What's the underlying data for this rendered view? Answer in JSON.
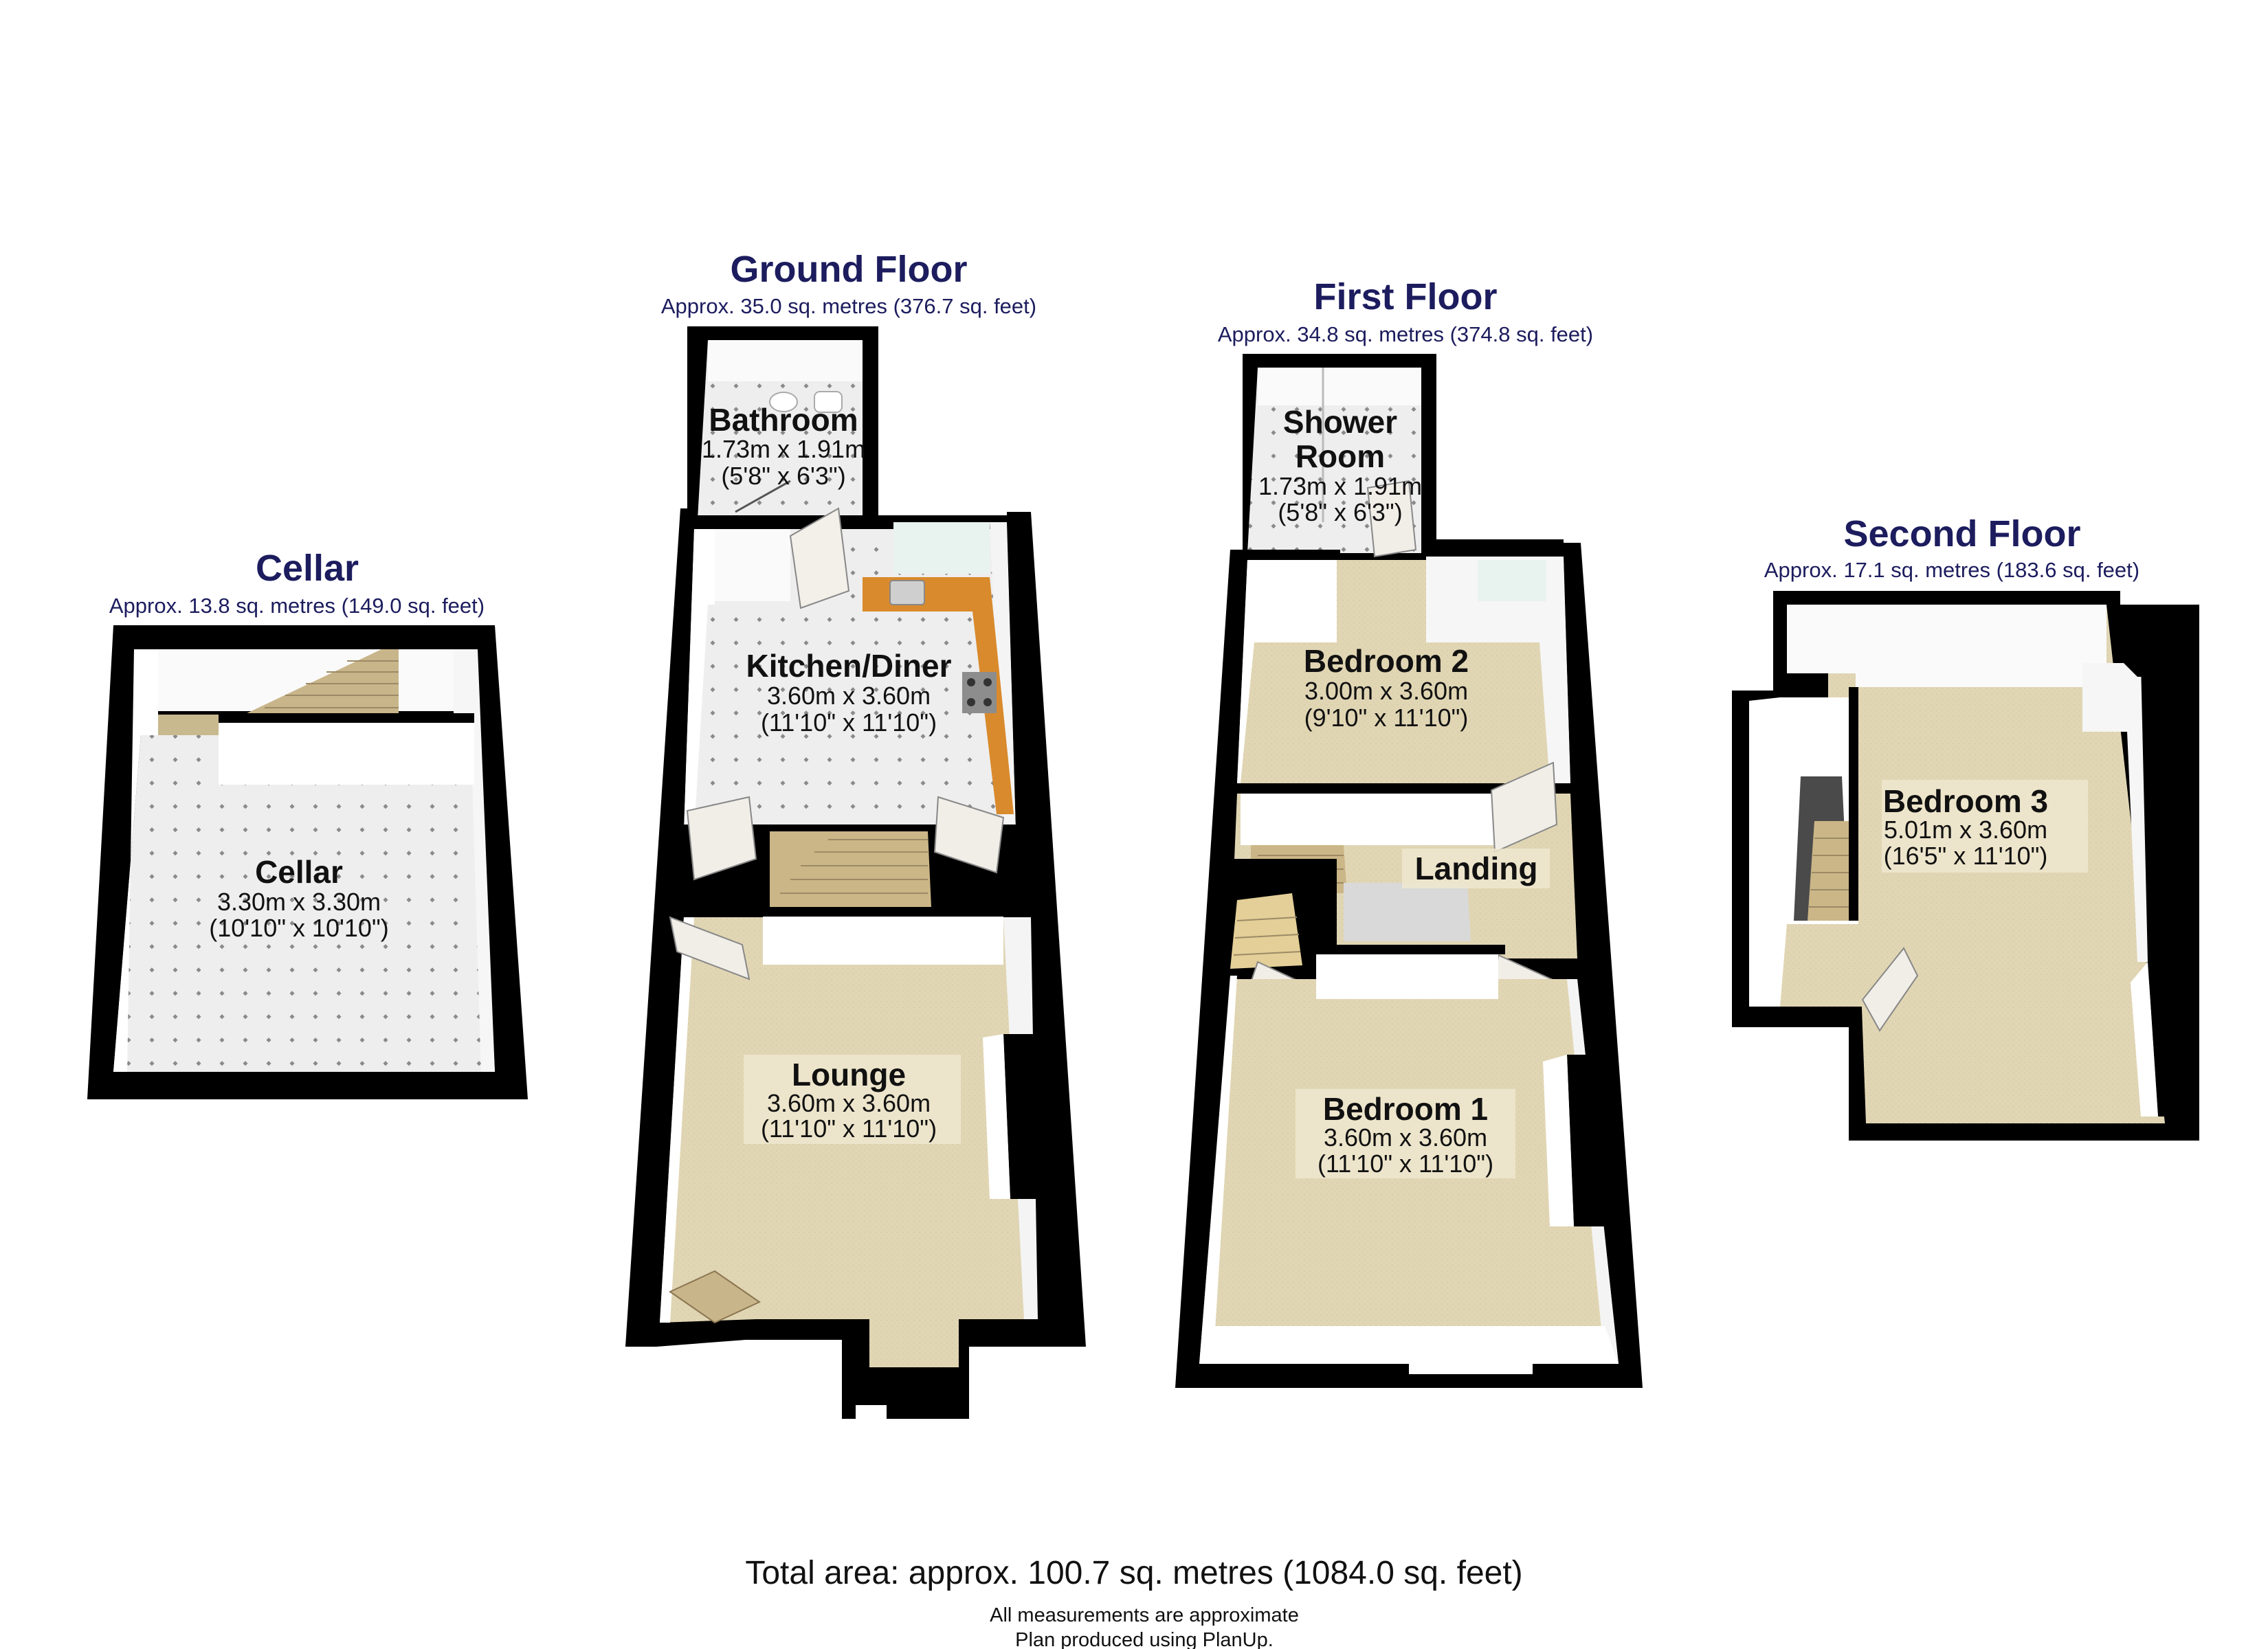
{
  "floors": {
    "cellar": {
      "title": "Cellar",
      "area": "Approx. 13.8 sq. metres (149.0 sq. feet)",
      "rooms": {
        "cellar": {
          "name": "Cellar",
          "dim_m": "3.30m x 3.30m",
          "dim_ft": "(10'10\" x 10'10\")"
        }
      }
    },
    "ground": {
      "title": "Ground Floor",
      "area": "Approx. 35.0 sq. metres (376.7 sq. feet)",
      "rooms": {
        "bathroom": {
          "name": "Bathroom",
          "dim_m": "1.73m x 1.91m",
          "dim_ft": "(5'8\" x 6'3\")"
        },
        "kitchen": {
          "name": "Kitchen/Diner",
          "dim_m": "3.60m x 3.60m",
          "dim_ft": "(11'10\" x 11'10\")"
        },
        "lounge": {
          "name": "Lounge",
          "dim_m": "3.60m x 3.60m",
          "dim_ft": "(11'10\" x 11'10\")"
        }
      }
    },
    "first": {
      "title": "First Floor",
      "area": "Approx. 34.8 sq. metres (374.8 sq. feet)",
      "rooms": {
        "shower": {
          "name_line1": "Shower",
          "name_line2": "Room",
          "dim_m": "1.73m x 1.91m",
          "dim_ft": "(5'8\" x 6'3\")"
        },
        "bedroom2": {
          "name": "Bedroom 2",
          "dim_m": "3.00m x 3.60m",
          "dim_ft": "(9'10\" x 11'10\")"
        },
        "landing": {
          "name": "Landing"
        },
        "bedroom1": {
          "name": "Bedroom 1",
          "dim_m": "3.60m x 3.60m",
          "dim_ft": "(11'10\" x 11'10\")"
        }
      }
    },
    "second": {
      "title": "Second Floor",
      "area": "Approx. 17.1 sq. metres (183.6 sq. feet)",
      "rooms": {
        "bedroom3": {
          "name": "Bedroom 3",
          "dim_m": "5.01m x 3.60m",
          "dim_ft": "(16'5\" x 11'10\")"
        }
      }
    }
  },
  "footer": {
    "total": "Total area: approx. 100.7 sq. metres (1084.0 sq. feet)",
    "note1": "All measurements are approximate",
    "note2": "Plan produced using PlanUp."
  },
  "colors": {
    "wall": "#000000",
    "carpet": "#e1d6b4",
    "tile": "#ececec",
    "worktop": "#d98a2c",
    "title": "#1c1c5e"
  }
}
